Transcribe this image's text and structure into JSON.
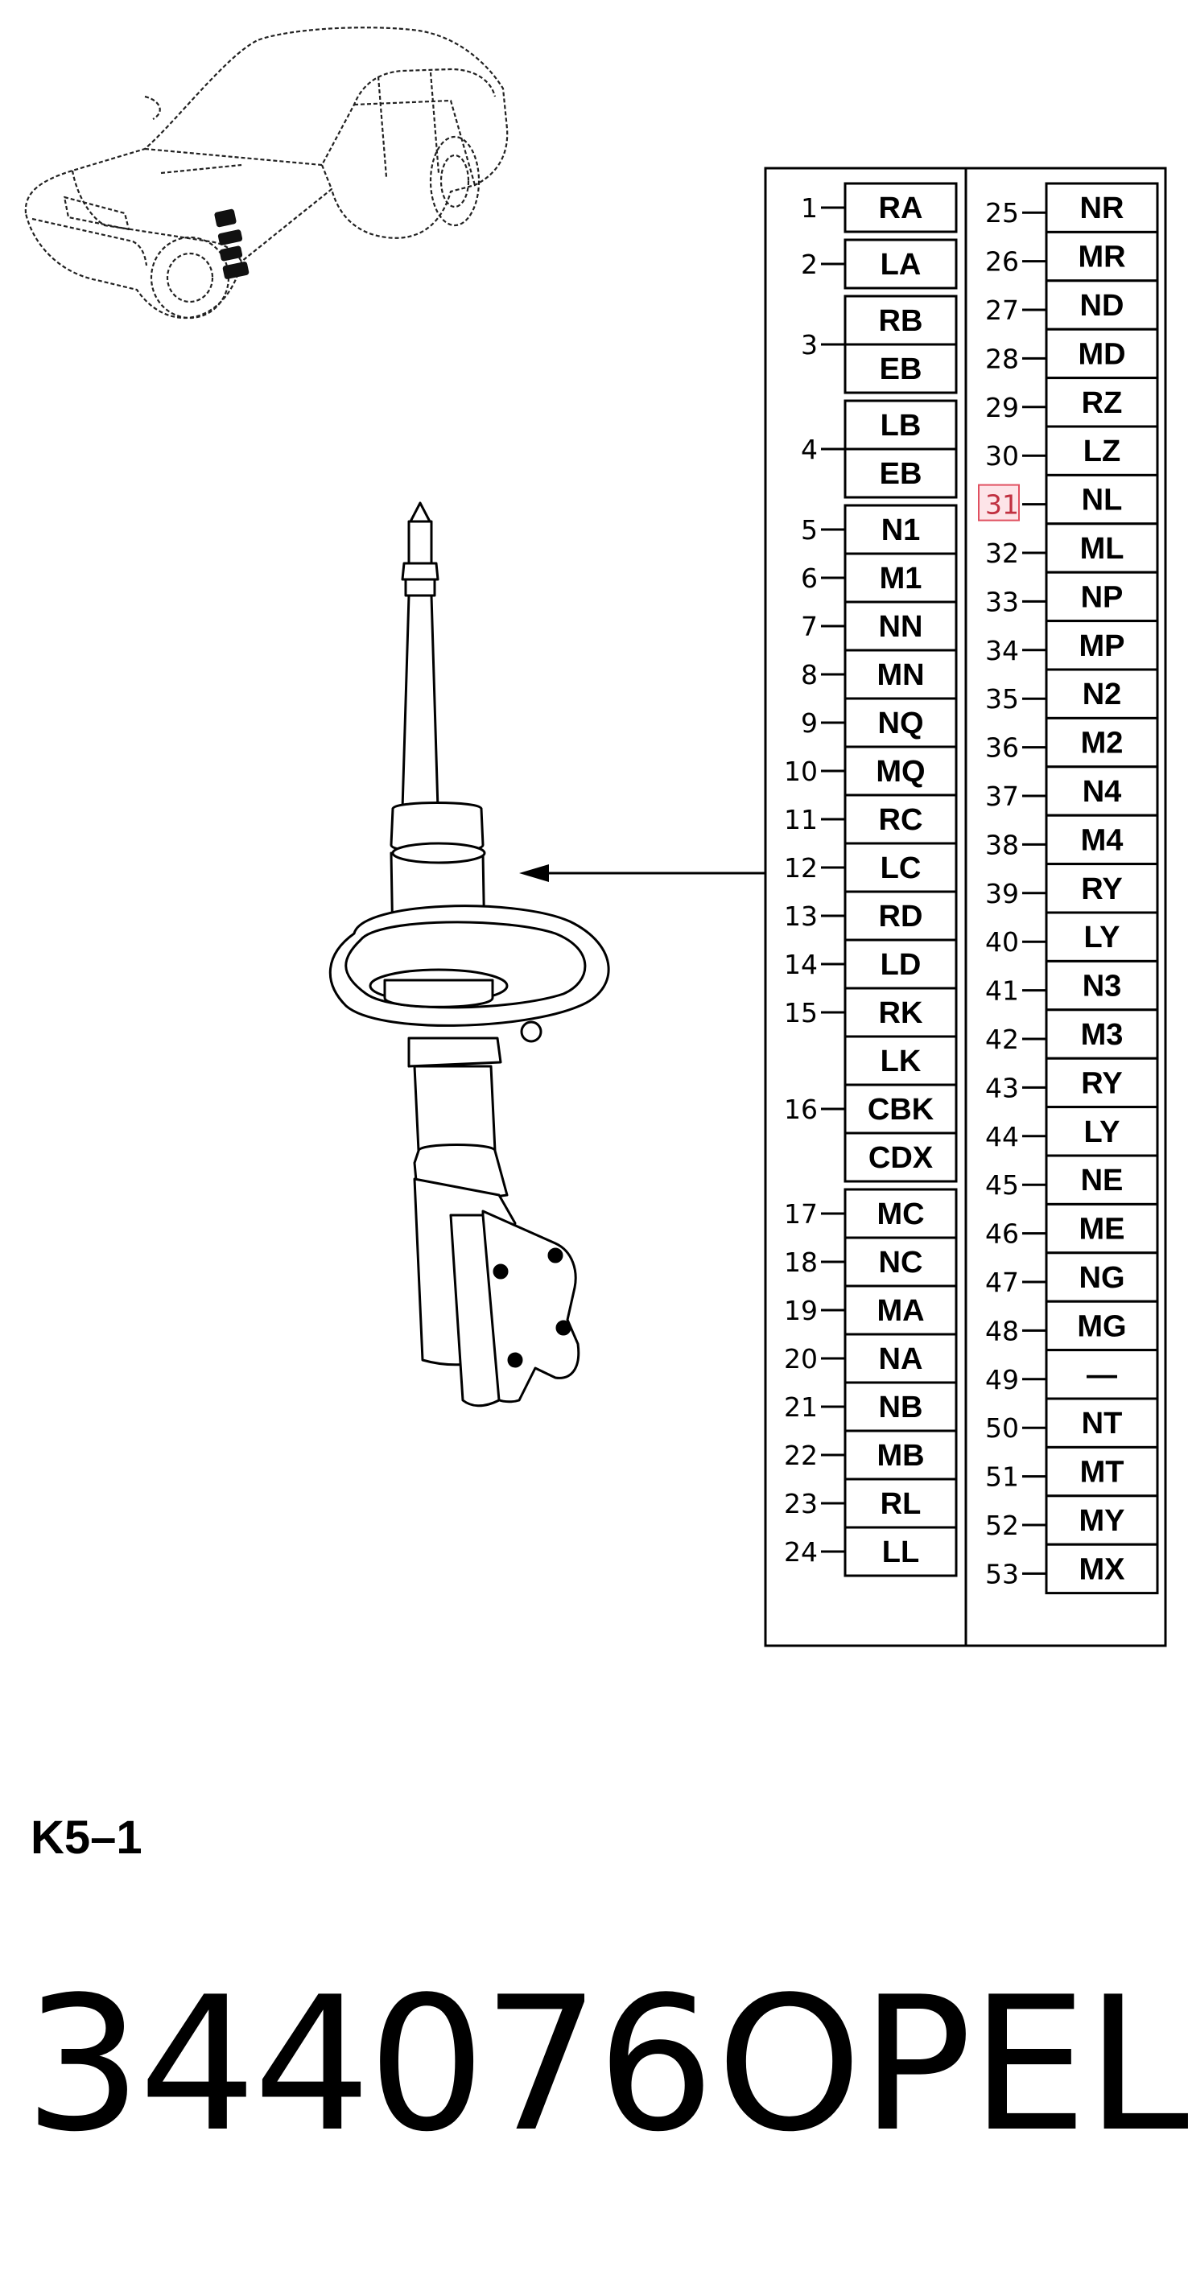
{
  "page_code": "K5–1",
  "part_number": "344076",
  "brand": "OPEL",
  "highlight_color": "#e05060",
  "highlighted_index": 31,
  "left_column": [
    {
      "num": "1",
      "codes": [
        "RA"
      ]
    },
    {
      "num": "2",
      "codes": [
        "LA"
      ]
    },
    {
      "num": "3",
      "codes": [
        "RB",
        "EB"
      ]
    },
    {
      "num": "4",
      "codes": [
        "LB",
        "EB"
      ]
    },
    {
      "num": "5",
      "codes": [
        "N1"
      ]
    },
    {
      "num": "6",
      "codes": [
        "M1"
      ]
    },
    {
      "num": "7",
      "codes": [
        "NN"
      ]
    },
    {
      "num": "8",
      "codes": [
        "MN"
      ]
    },
    {
      "num": "9",
      "codes": [
        "NQ"
      ]
    },
    {
      "num": "10",
      "codes": [
        "MQ"
      ]
    },
    {
      "num": "11",
      "codes": [
        "RC"
      ]
    },
    {
      "num": "12",
      "codes": [
        "LC"
      ]
    },
    {
      "num": "13",
      "codes": [
        "RD"
      ]
    },
    {
      "num": "14",
      "codes": [
        "LD"
      ]
    },
    {
      "num": "15",
      "codes": [
        "RK"
      ]
    },
    {
      "num": "16",
      "codes": [
        "LK",
        "CBK",
        "CDX"
      ]
    },
    {
      "num": "17",
      "codes": [
        "MC"
      ]
    },
    {
      "num": "18",
      "codes": [
        "NC"
      ]
    },
    {
      "num": "19",
      "codes": [
        "MA"
      ]
    },
    {
      "num": "20",
      "codes": [
        "NA"
      ]
    },
    {
      "num": "21",
      "codes": [
        "NB"
      ]
    },
    {
      "num": "22",
      "codes": [
        "MB"
      ]
    },
    {
      "num": "23",
      "codes": [
        "RL"
      ]
    },
    {
      "num": "24",
      "codes": [
        "LL"
      ]
    }
  ],
  "right_column": [
    {
      "num": "25",
      "code": "NR"
    },
    {
      "num": "26",
      "code": "MR"
    },
    {
      "num": "27",
      "code": "ND"
    },
    {
      "num": "28",
      "code": "MD"
    },
    {
      "num": "29",
      "code": "RZ"
    },
    {
      "num": "30",
      "code": "LZ"
    },
    {
      "num": "31",
      "code": "NL"
    },
    {
      "num": "32",
      "code": "ML"
    },
    {
      "num": "33",
      "code": "NP"
    },
    {
      "num": "34",
      "code": "MP"
    },
    {
      "num": "35",
      "code": "N2"
    },
    {
      "num": "36",
      "code": "M2"
    },
    {
      "num": "37",
      "code": "N4"
    },
    {
      "num": "38",
      "code": "M4"
    },
    {
      "num": "39",
      "code": "RY"
    },
    {
      "num": "40",
      "code": "LY"
    },
    {
      "num": "41",
      "code": "N3"
    },
    {
      "num": "42",
      "code": "M3"
    },
    {
      "num": "43",
      "code": "RY"
    },
    {
      "num": "44",
      "code": "LY"
    },
    {
      "num": "45",
      "code": "NE"
    },
    {
      "num": "46",
      "code": "ME"
    },
    {
      "num": "47",
      "code": "NG"
    },
    {
      "num": "48",
      "code": "MG"
    },
    {
      "num": "49",
      "code": "—"
    },
    {
      "num": "50",
      "code": "NT"
    },
    {
      "num": "51",
      "code": "MT"
    },
    {
      "num": "52",
      "code": "MY"
    },
    {
      "num": "53",
      "code": "MX"
    }
  ]
}
